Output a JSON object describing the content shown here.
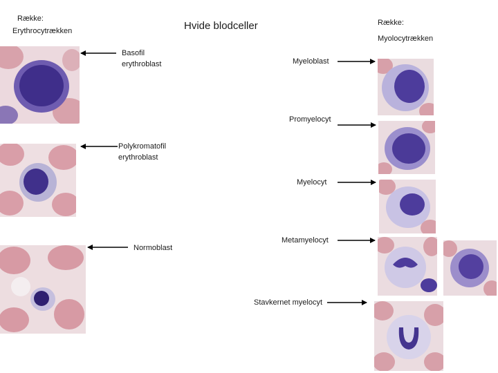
{
  "title": "Hvide blodceller",
  "left_column": {
    "row_label": "Række:",
    "series_name": "Erythrocytrækken",
    "cells": [
      {
        "label_line1": "Basofil",
        "label_line2": "erythroblast"
      },
      {
        "label_line1": "Polykromatofil",
        "label_line2": "erythroblast"
      },
      {
        "label_line1": "Normoblast"
      }
    ]
  },
  "right_column": {
    "row_label": "Række:",
    "series_name": "Myolocytrækken",
    "cells": [
      {
        "label": "Myeloblast"
      },
      {
        "label": "Promyelocyt"
      },
      {
        "label": "Myelocyt"
      },
      {
        "label": "Metamyelocyt"
      },
      {
        "label": "Stavkernet myelocyt"
      }
    ]
  },
  "colors": {
    "background": "#ffffff",
    "rbc": "#d9a3aa",
    "cytoplasm": "#c7c3e0",
    "nucleus": "#4b3a94",
    "arrow": "#000000"
  }
}
